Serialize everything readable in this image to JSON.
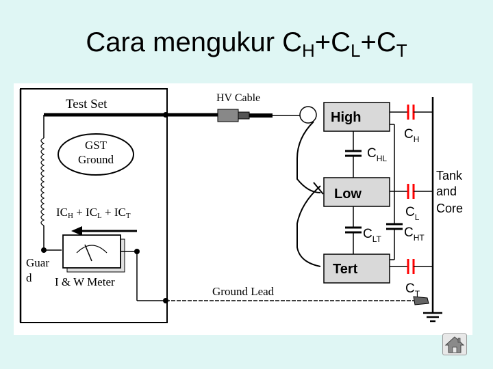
{
  "title": {
    "text_main": "Cara mengukur C",
    "sub_h": "H",
    "plus1": "+C",
    "sub_l": "L",
    "plus2": "+C",
    "sub_t": "T"
  },
  "diagram": {
    "test_set_label": "Test Set",
    "hv_cable_label": "HV Cable",
    "gst_line1": "GST",
    "gst_line2": "Ground",
    "current_label": "ICH + ICL + ICT",
    "current_parts": [
      "IC",
      "H",
      " + IC",
      "L",
      " + IC",
      "T"
    ],
    "guard_line1": "Guar",
    "guard_line2": "d",
    "meter_label": "I & W Meter",
    "ground_lead_label": "Ground Lead",
    "winding_high": "High",
    "winding_low": "Low",
    "winding_tert": "Tert",
    "cap_ch": [
      "C",
      "H"
    ],
    "cap_chl": [
      "C",
      "HL"
    ],
    "cap_cl": [
      "C",
      "L"
    ],
    "cap_clt": [
      "C",
      "LT"
    ],
    "cap_cht": [
      "C",
      "HT"
    ],
    "cap_ct": [
      "C",
      "T"
    ],
    "tank_line1": "Tank",
    "tank_line2": "and",
    "tank_line3": "Core"
  },
  "colors": {
    "background": "#dff6f4",
    "highlight_capacitor": "#ff0000",
    "winding_fill": "#d9d9d9"
  },
  "icons": {
    "home": "home-icon"
  }
}
